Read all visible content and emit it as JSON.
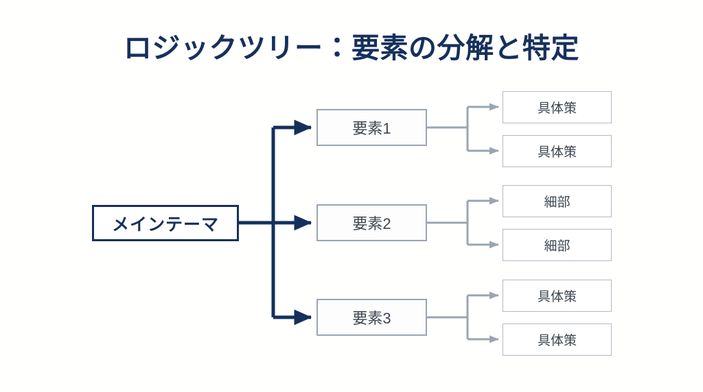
{
  "title": "ロジックツリー：要素の分解と特定",
  "colors": {
    "background": "#fffffe",
    "title_navy": "#16305c",
    "root_border": "#16305c",
    "root_text": "#16305c",
    "branch_border": "#9aa5b1",
    "branch_text": "#3c4650",
    "leaf_border": "#b4bac0",
    "leaf_text": "#3c4650",
    "primary_connector": "#16305c",
    "secondary_connector": "#9aa5b1"
  },
  "root": {
    "label": "メインテーマ"
  },
  "branches": [
    {
      "label": "要素1",
      "leaves": [
        {
          "label": "具体策"
        },
        {
          "label": "具体策"
        }
      ]
    },
    {
      "label": "要素2",
      "leaves": [
        {
          "label": "細部"
        },
        {
          "label": "細部"
        }
      ]
    },
    {
      "label": "要素3",
      "leaves": [
        {
          "label": "具体策"
        },
        {
          "label": "具体策"
        }
      ]
    }
  ]
}
